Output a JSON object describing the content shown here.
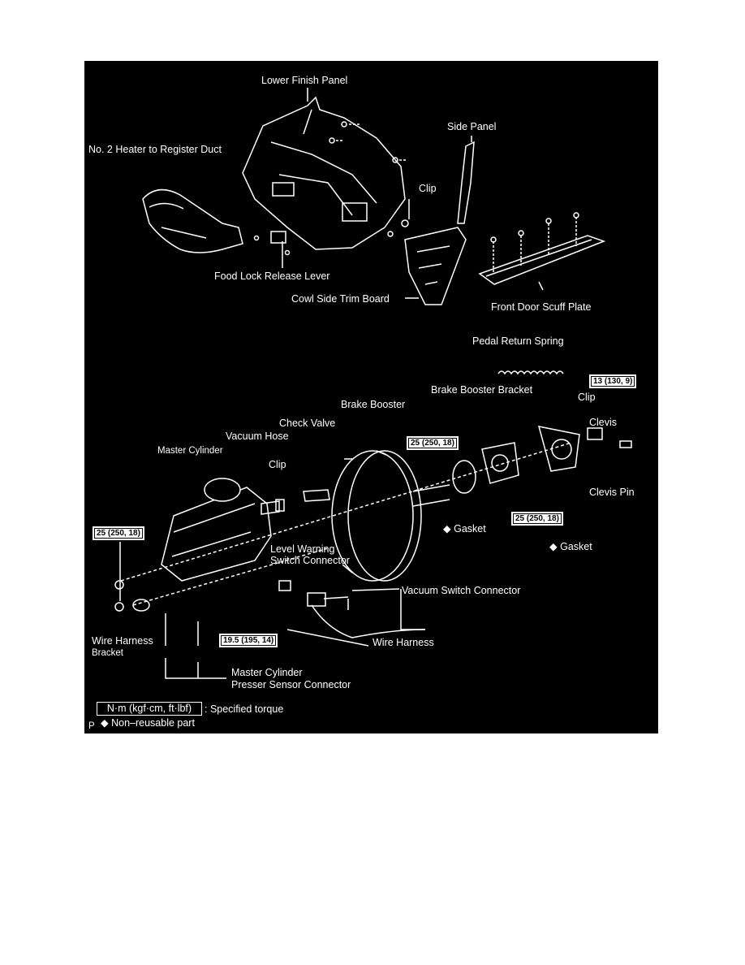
{
  "labels": {
    "lower_finish_panel": "Lower Finish Panel",
    "side_panel": "Side Panel",
    "heater_duct": "No. 2 Heater to Register Duct",
    "clip_top": "Clip",
    "hood_lock_lever": "Food Lock Release Lever",
    "cowl_side_trim": "Cowl Side Trim Board",
    "front_door_scuff": "Front Door Scuff Plate",
    "pedal_return_spring": "Pedal Return Spring",
    "brake_booster_bracket": "Brake Booster Bracket",
    "brake_booster": "Brake Booster",
    "clip_bracket": "Clip",
    "clevis": "Clevis",
    "clevis_pin": "Clevis Pin",
    "check_valve": "Check Valve",
    "vacuum_hose": "Vacuum Hose",
    "clip_hose": "Clip",
    "master_cylinder": "Master Cylinder",
    "gasket_1": "Gasket",
    "gasket_2": "Gasket",
    "level_warning_1": "Level Warning",
    "level_warning_2": "Switch Connector",
    "vacuum_switch_connector": "Vacuum Switch Connector",
    "wire_harness_bracket_1": "Wire Harness",
    "wire_harness_bracket_2": "Bracket",
    "wire_harness": "Wire Harness",
    "mc_sensor_1": "Master Cylinder",
    "mc_sensor_2": "Presser Sensor Connector"
  },
  "torques": {
    "t_booster_mc": "25 (250, 18)",
    "t_mc_left": "25 (250, 18)",
    "t_bracket_top": "13 (130, 9)",
    "t_bracket_bottom": "25 (250, 18)",
    "t_sensor": "19.5 (195, 14)"
  },
  "legend": {
    "unit_box": "N·m (kgf·cm, ft·lbf)",
    "unit_text": ": Specified torque",
    "nonreusable": "◆ Non–reusable part",
    "page_marker": "P",
    "diamond": "◆"
  }
}
